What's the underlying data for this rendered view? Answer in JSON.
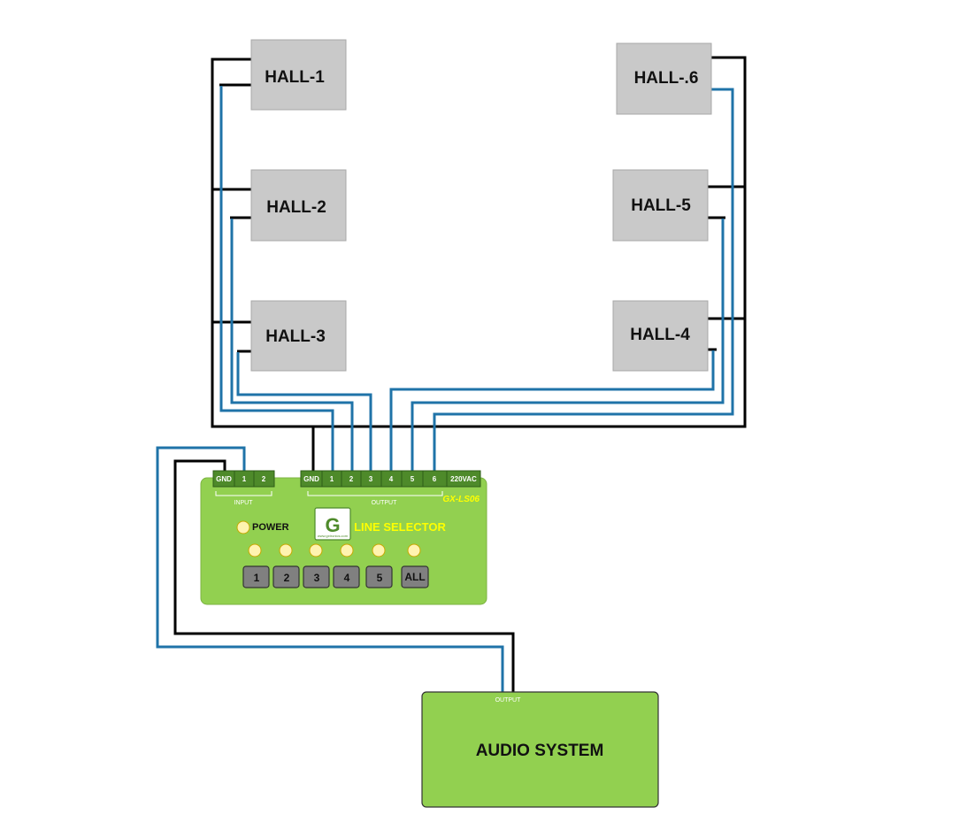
{
  "halls": [
    {
      "id": "hall-1",
      "label": "HALL-1"
    },
    {
      "id": "hall-2",
      "label": "HALL-2"
    },
    {
      "id": "hall-3",
      "label": "HALL-3"
    },
    {
      "id": "hall-4",
      "label": "HALL-4"
    },
    {
      "id": "hall-5",
      "label": "HALL-5"
    },
    {
      "id": "hall-6",
      "label": "HALL-.6"
    }
  ],
  "line_selector": {
    "title": "LINE SELECTOR",
    "model": "GX-LS06",
    "power_label": "POWER",
    "logo_letter": "G",
    "logo_caption": "www.gxtronics.com",
    "input_group_label": "INPUT",
    "output_group_label": "OUTPUT",
    "input_terminals": [
      "GND",
      "1",
      "2"
    ],
    "output_terminals": [
      "GND",
      "1",
      "2",
      "3",
      "4",
      "5",
      "6",
      "220VAC"
    ],
    "buttons": [
      "1",
      "2",
      "3",
      "4",
      "5",
      "ALL"
    ]
  },
  "audio_system": {
    "title": "AUDIO SYSTEM",
    "output_label": "OUTPUT"
  },
  "colors": {
    "wire_black": "#000000",
    "wire_blue": "#1f73a8",
    "device_green": "#92d050",
    "terminal_green": "#4e8a2a",
    "hall_gray": "#c9c9c9",
    "accent_yellow": "#ffff00"
  }
}
